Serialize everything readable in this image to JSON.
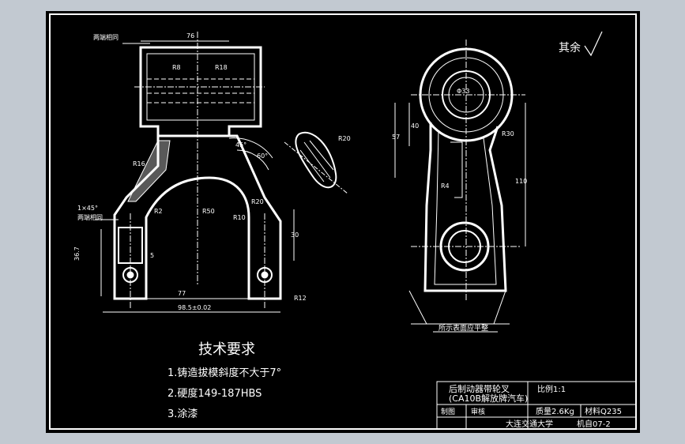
{
  "drawing": {
    "roughness_note": "其余",
    "tech_requirements": {
      "title": "技术要求",
      "items": [
        "1.铸造拔模斜度不大于7°",
        "2.硬度149-187HBS",
        "3.涂漆"
      ]
    },
    "title_block": {
      "part_name": "后制动器带轮叉",
      "model": "(CA10B解放牌汽车)",
      "scale": "比例1:1",
      "drawn": "制图",
      "checked": "审核",
      "mass": "质量2.6Kg",
      "material": "材料Q235",
      "school": "大连交通大学",
      "drawing_no": "机自07-2"
    },
    "dimensions": {
      "top_width": "76",
      "both_ends_same_top": "两端相同",
      "both_ends_same_left": "两端相同",
      "chamfer": "1×45°",
      "base_width": "77",
      "overall_width": "98.5±0.02",
      "bore_left": "36.7",
      "r18": "R18",
      "r16": "R16",
      "r8": "R8",
      "r2": "R2",
      "r20": "R20",
      "r50": "R50",
      "r10": "R10",
      "r12": "R12",
      "r20b": "R20",
      "phi33": "Φ33",
      "angle_60": "60°",
      "angle_45": "45°",
      "d40": "40",
      "d57": "57",
      "d110": "110",
      "r30": "R30",
      "r4": "R4",
      "d30": "30",
      "d5": "5",
      "section_note": "所示表面应平整"
    }
  }
}
